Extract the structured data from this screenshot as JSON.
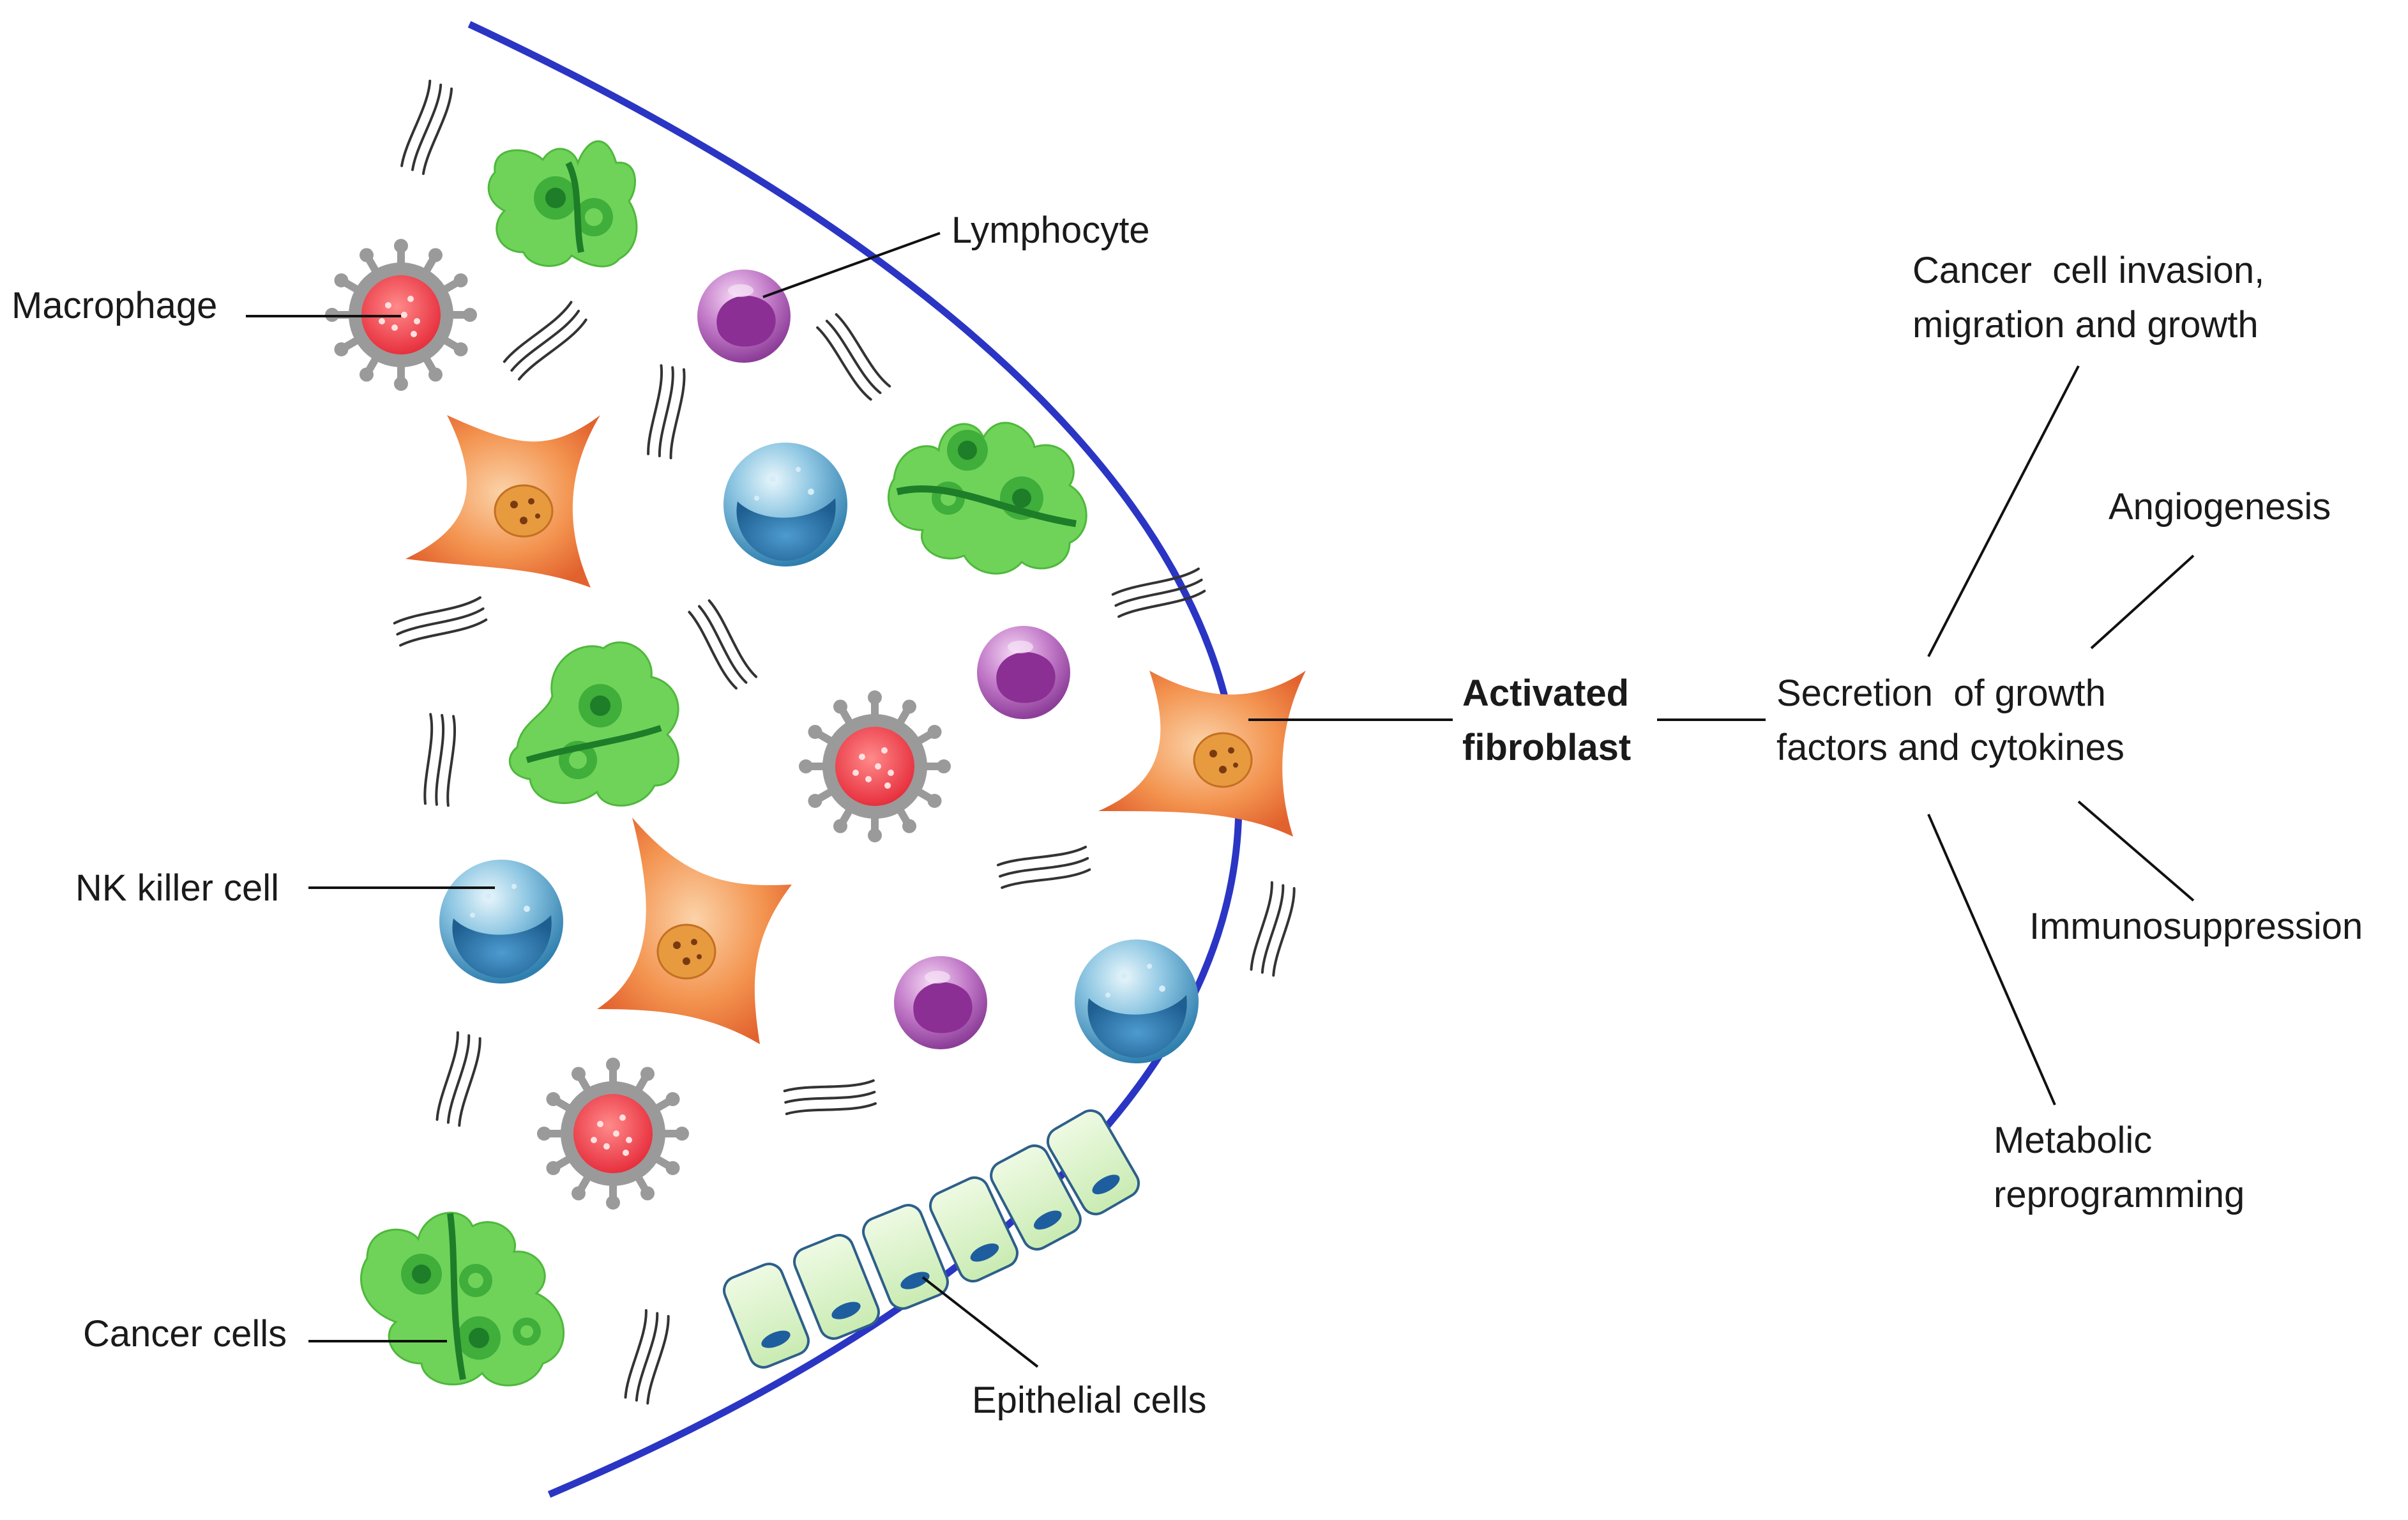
{
  "diagram": {
    "cell_labels": {
      "macrophage": "Macrophage",
      "lymphocyte": "Lymphocyte",
      "nk_killer_cell": "NK killer cell",
      "cancer_cells": "Cancer cells",
      "epithelial_cells": "Epithelial cells"
    },
    "center": {
      "line1": "Activated",
      "line2": "fibroblast"
    },
    "hub": {
      "line1": "Secretion  of growth",
      "line2": "factors and cytokines"
    },
    "effects": {
      "invasion_line1": "Cancer  cell invasion,",
      "invasion_line2": "migration and growth",
      "angiogenesis": "Angiogenesis",
      "immunosuppression": "Immunosuppression",
      "metabolic_line1": "Metabolic",
      "metabolic_line2": "reprogramming"
    },
    "colors": {
      "boundary": "#2b35c4",
      "cancer_cell": "#6fd35a",
      "fibroblast": "#f0894e",
      "macrophage_core": "#f0505a",
      "nk_cell": "#4aa0d0",
      "lymphocyte": "#b85cc0",
      "epithelial": "#d6f0c0"
    }
  }
}
